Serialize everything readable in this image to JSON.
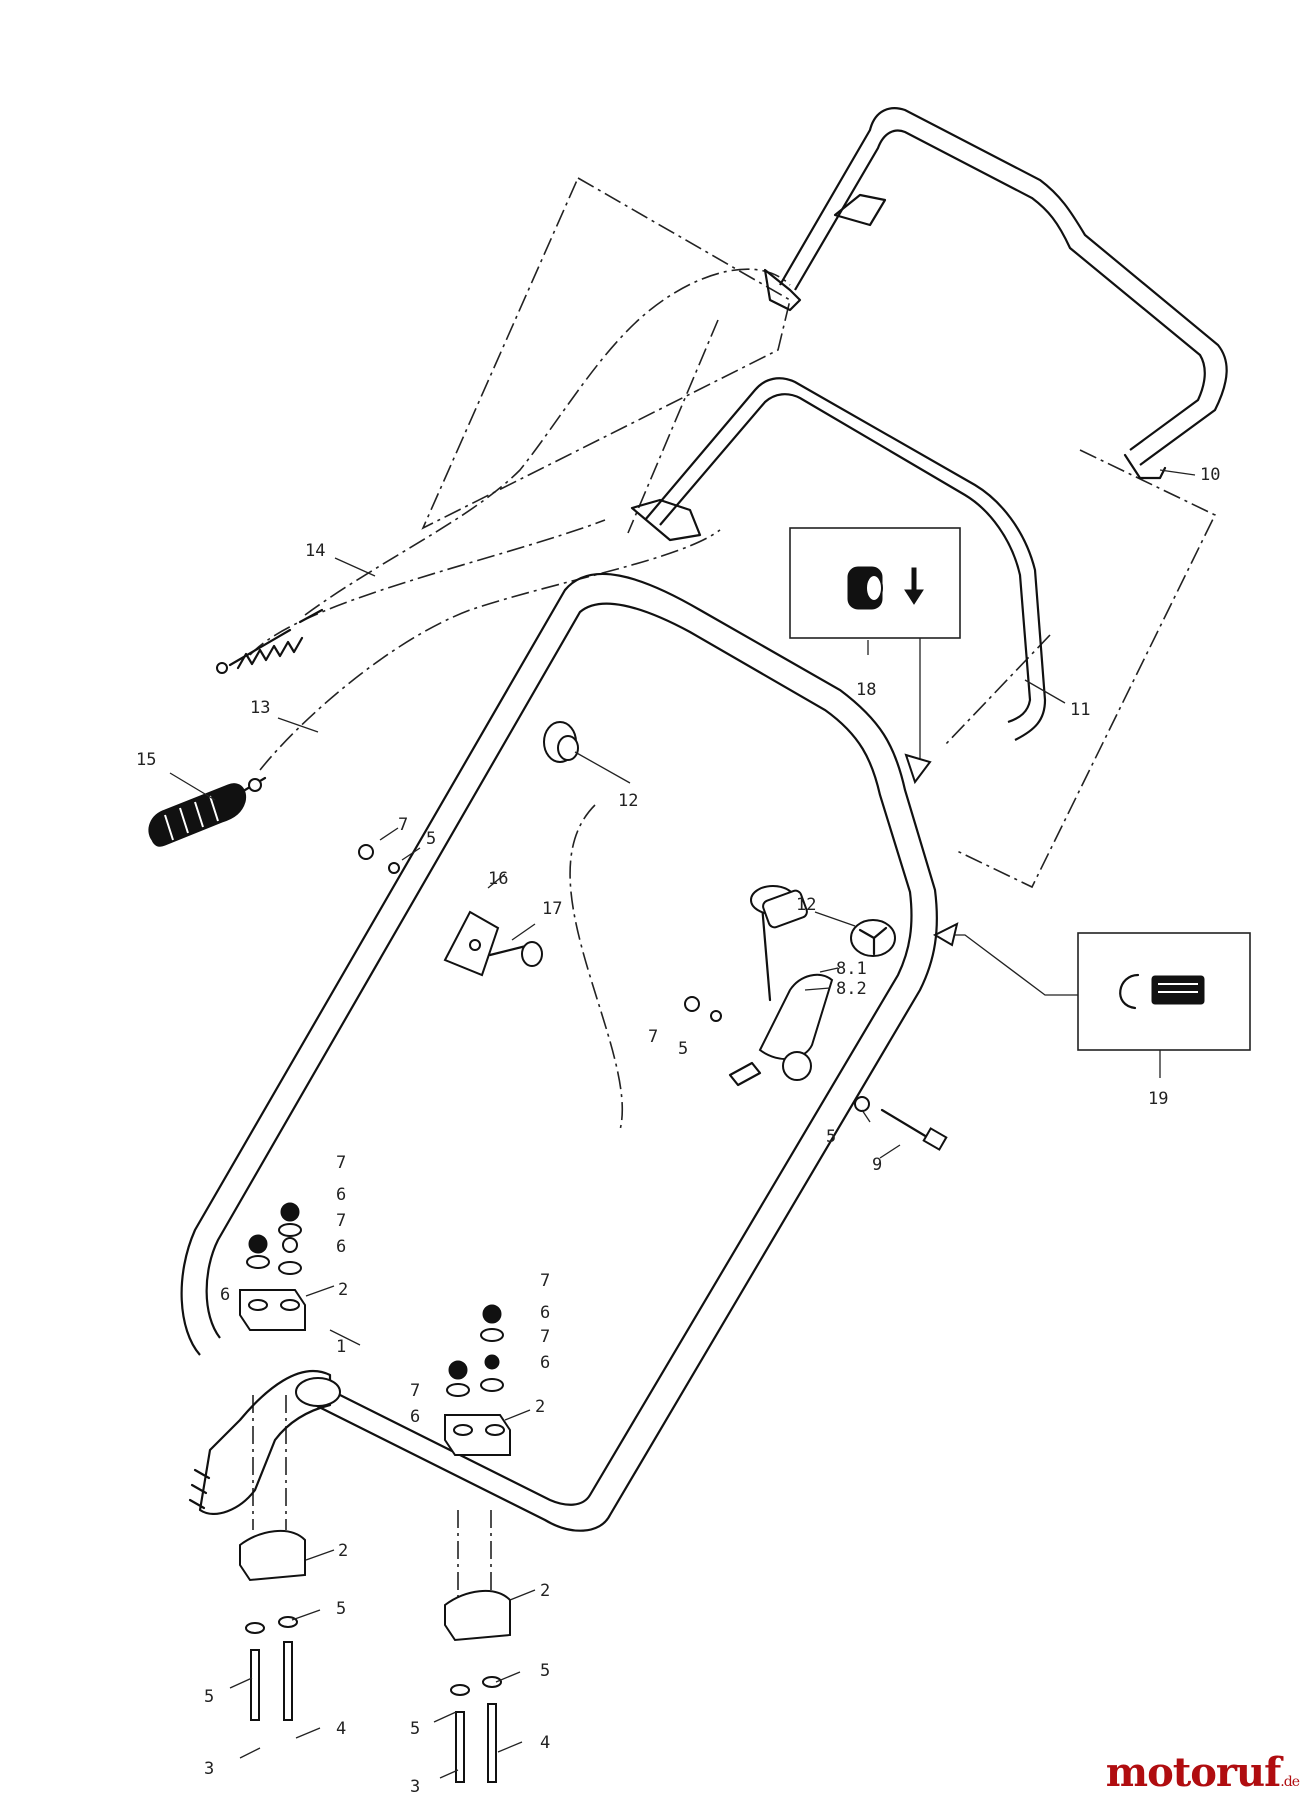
{
  "callouts": {
    "c1": "1",
    "c2a": "2",
    "c2b": "2",
    "c2c": "2",
    "c2d": "2",
    "c3a": "3",
    "c3b": "3",
    "c4a": "4",
    "c4b": "4",
    "c5a": "5",
    "c5b": "5",
    "c5c": "5",
    "c5d": "5",
    "c5e": "5",
    "c5f": "5",
    "c5g": "5",
    "c6a": "6",
    "c6b": "6",
    "c6c": "6",
    "c6d": "6",
    "c6e": "6",
    "c6f": "6",
    "c7a": "7",
    "c7b": "7",
    "c7c": "7",
    "c7d": "7",
    "c7e": "7",
    "c7f": "7",
    "c81": "8.1",
    "c82": "8.2",
    "c9": "9",
    "c10": "10",
    "c11": "11",
    "c12a": "12",
    "c12b": "12",
    "c13": "13",
    "c14": "14",
    "c15": "15",
    "c16": "16",
    "c17": "17",
    "c18": "18",
    "c19": "19"
  },
  "watermark": {
    "brand": "motoruf",
    "tld": ".de"
  }
}
